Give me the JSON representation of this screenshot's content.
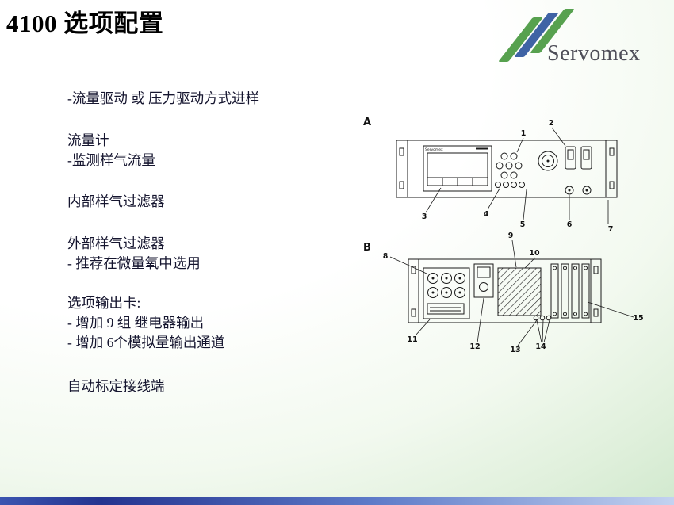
{
  "slide": {
    "title": "4100 选项配置",
    "logo_text": "Servomex",
    "lines": [
      "-流量驱动 或 压力驱动方式进样",
      "流量计",
      "-监测样气流量",
      "内部样气过滤器",
      "外部样气过滤器",
      "- 推荐在微量氧中选用",
      "选项输出卡:",
      "- 增加 9 组 继电器输出",
      "- 增加 6个模拟量输出通道",
      "自动标定接线端"
    ]
  },
  "diagram": {
    "view_a_label": "A",
    "view_b_label": "B",
    "panel_brand": "Servomex",
    "callouts_a": [
      "1",
      "2",
      "3",
      "4",
      "5",
      "6",
      "7"
    ],
    "callouts_b": [
      "8",
      "9",
      "10",
      "11",
      "12",
      "13",
      "14",
      "15"
    ]
  },
  "colors": {
    "logo_green": "#57a14f",
    "logo_blue": "#3f63a5",
    "footer_blue_dark": "#24338f",
    "footer_blue_light": "#c3d2f0",
    "text_color": "#15152f"
  }
}
